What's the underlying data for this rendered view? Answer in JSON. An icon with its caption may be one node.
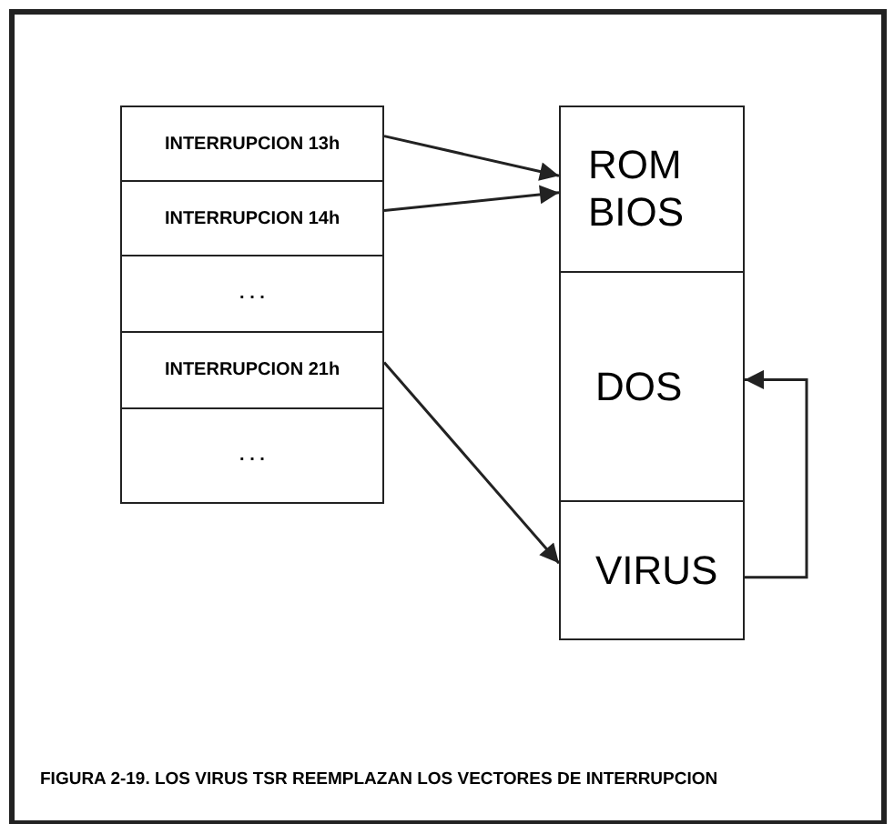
{
  "diagram": {
    "caption": "FIGURA 2-19. LOS VIRUS TSR REEMPLAZAN LOS VECTORES  DE INTERRUPCION",
    "nodes": [
      {
        "text": [
          "INTERRUPCION 13h"
        ]
      },
      {
        "text": [
          "INTERRUPCION 14h"
        ]
      },
      {
        "text": [
          ". . ."
        ]
      },
      {
        "text": [
          "INTERRUPCION 21h"
        ]
      },
      {
        "text": [
          ". . ."
        ]
      },
      {
        "text": [
          "ROM BIOS"
        ]
      },
      {
        "text": [
          "DOS"
        ]
      },
      {
        "text": [
          "VIRUS"
        ]
      }
    ],
    "edges": [
      {
        "from": 0,
        "to": 5,
        "arrow": "to"
      },
      {
        "from": 1,
        "to": 5,
        "arrow": "to"
      },
      {
        "from": 3,
        "to": 7,
        "arrow": "to"
      },
      {
        "from": 7,
        "to": 6,
        "arrow": "to"
      }
    ]
  }
}
